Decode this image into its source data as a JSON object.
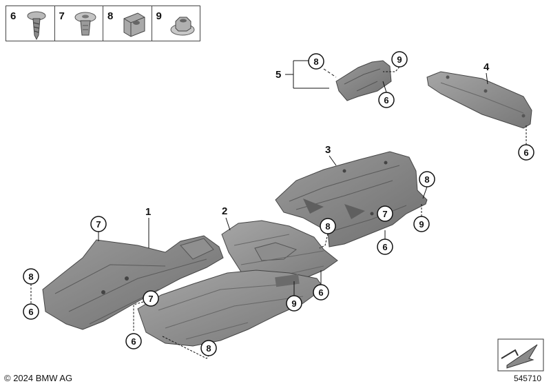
{
  "legend": [
    {
      "num": "6",
      "icon": "screw-icon"
    },
    {
      "num": "7",
      "icon": "expanding-rivet-icon"
    },
    {
      "num": "8",
      "icon": "clip-nut-icon"
    },
    {
      "num": "9",
      "icon": "hex-collar-nut-icon"
    }
  ],
  "parts": {
    "p1": "1",
    "p2": "2",
    "p3": "3",
    "p4": "4",
    "p5": "5"
  },
  "callouts": {
    "c5_8": "8",
    "c5_9": "9",
    "c5_6": "6",
    "c4_6": "6",
    "c3_8": "8",
    "c3_9": "9",
    "c3_7": "7",
    "c3_6": "6",
    "c2_8": "8",
    "c2_6": "6",
    "c2_9": "9",
    "c1_7a": "7",
    "c1_8": "8",
    "c1_6a": "6",
    "c1_7b": "7",
    "c1_6b": "6",
    "c1_8b": "8"
  },
  "footer": {
    "copyright": "© 2024 BMW AG",
    "diagram_id": "545710"
  }
}
